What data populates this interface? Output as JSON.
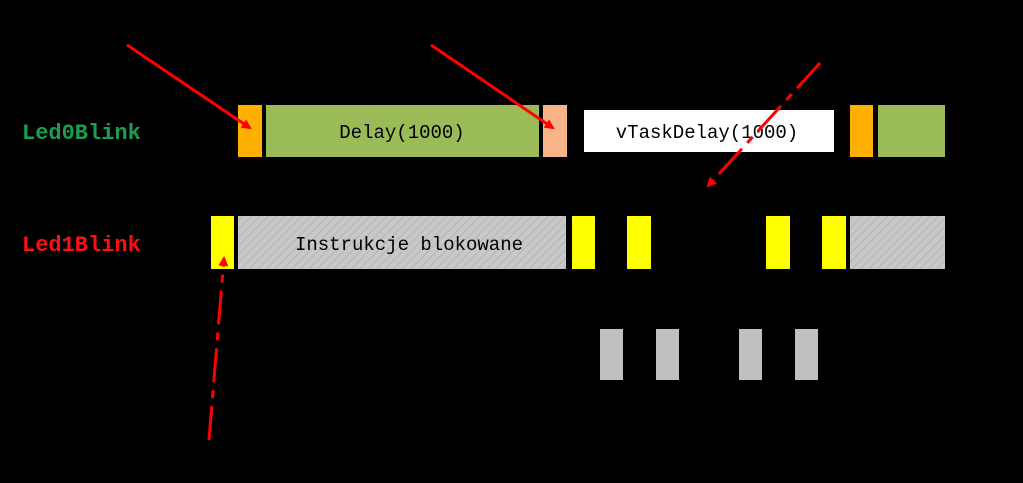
{
  "colors": {
    "background": "#000000",
    "led0": "#18a050",
    "led1": "#ff1010",
    "context_switch": "#ffb000",
    "delay": "#9bbb59",
    "delay_end": "#f8b488",
    "vtaskdelay_box": "#ffffff",
    "yellow": "#ffff00",
    "blocked": "#c8c8c8",
    "idle_gray": "#c0c0c0",
    "arrow": "#ff0000"
  },
  "tasks": {
    "led0": {
      "label": "Led0Blink"
    },
    "led1": {
      "label": "Led1Blink"
    }
  },
  "blocks": {
    "delay": "Delay(1000)",
    "vtaskdelay": "vTaskDelay(1000)",
    "blocked": "Instrukcje blokowane"
  }
}
